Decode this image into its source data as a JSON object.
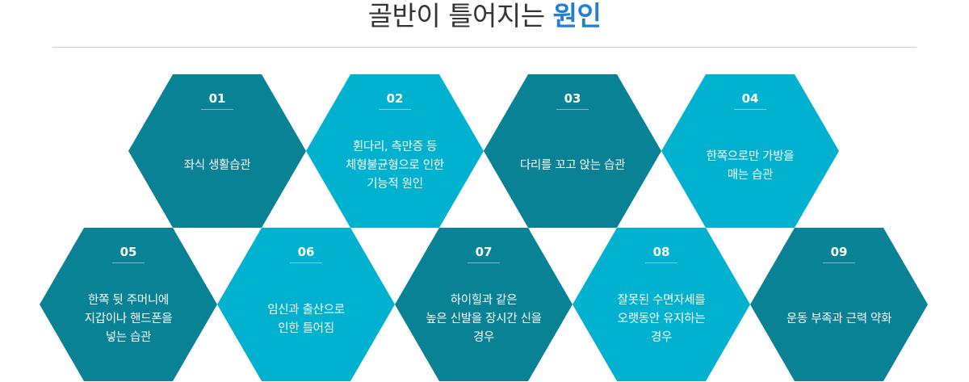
{
  "title": {
    "main": "골반이 틀어지는 ",
    "accent": "원인"
  },
  "causes": [
    {
      "num": "01",
      "text": "좌식 생활습관"
    },
    {
      "num": "02",
      "text": "휜다리, 측만증 등\n체형불균형으로 인한\n기능적 원인"
    },
    {
      "num": "03",
      "text": "다리를 꼬고 앉는 습관"
    },
    {
      "num": "04",
      "text": "한쪽으로만 가방을\n매는 습관"
    },
    {
      "num": "05",
      "text": "한쪽 뒷 주머니에\n지갑이나 핸드폰을\n넣는 습관"
    },
    {
      "num": "06",
      "text": "임신과 출산으로\n인한 틀어짐"
    },
    {
      "num": "07",
      "text": "하이힐과 같은\n높은 신발을 장시간 신을\n경우"
    },
    {
      "num": "08",
      "text": "잘못된 수면자세를\n오랫동안 유지하는\n경우"
    },
    {
      "num": "09",
      "text": "운동 부족과 근력 약화"
    }
  ],
  "colors": {
    "dark": "#0a8296",
    "light": "#00b2cf",
    "accent": "#1e7ed8"
  }
}
